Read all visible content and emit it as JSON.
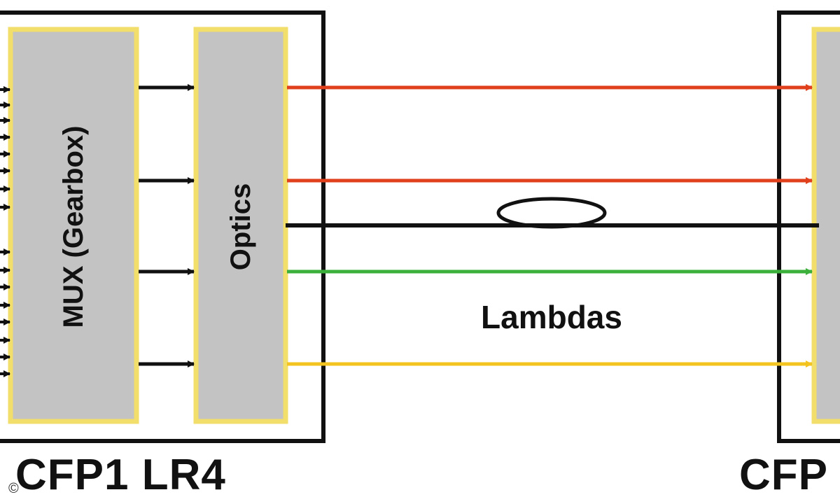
{
  "modules": {
    "left": {
      "label": "CFP1 LR4"
    },
    "right": {
      "label": "CFP"
    }
  },
  "blocks": {
    "mux": {
      "label": "MUX (Gearbox)"
    },
    "optics": {
      "label": "Optics"
    }
  },
  "lambdas_label": "Lambdas",
  "copyright": "©",
  "colors": {
    "block_fill": "#c3c3c3",
    "block_border": "#f2de6b",
    "frame": "#111111",
    "lambda_red": "#e0401c",
    "lambda_green": "#3bb13b",
    "lambda_yellow": "#f3c420",
    "fiber": "#111111",
    "arrow": "#111111"
  },
  "lambda_colors": [
    "lambda_red",
    "lambda_red",
    "lambda_green",
    "lambda_yellow"
  ]
}
